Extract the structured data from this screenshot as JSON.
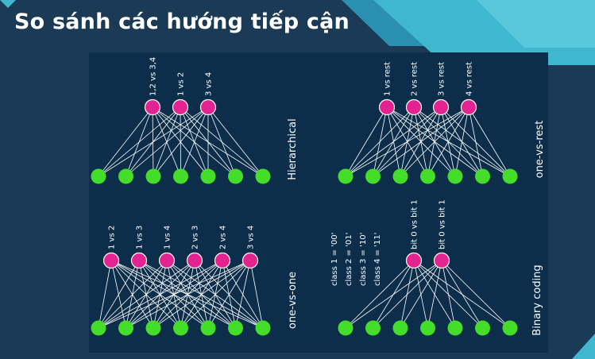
{
  "slide": {
    "title": "So sánh các hướng tiếp cận"
  },
  "colors": {
    "background": "#1a3a56",
    "panel": "#0d2e4a",
    "accent_light": "#3fb8cf",
    "accent_dark": "#2a8fb0",
    "input_node": "#44dd2a",
    "output_node": "#e3238f",
    "edge": "#ffffff"
  },
  "panels": [
    {
      "name": "Hierarchical",
      "outputs": [
        "1,2 vs 3,4",
        "1 vs 2",
        "3 vs 4"
      ],
      "input_count": 7
    },
    {
      "name": "one-vs-rest",
      "outputs": [
        "1 vs rest",
        "2 vs rest",
        "3 vs rest",
        "4 vs rest"
      ],
      "input_count": 7
    },
    {
      "name": "one-vs-one",
      "outputs": [
        "1 vs 2",
        "1 vs 3",
        "1 vs 4",
        "2 vs 3",
        "2 vs 4",
        "3 vs 4"
      ],
      "input_count": 7
    },
    {
      "name": "Binary coding",
      "outputs": [
        "bit 0 vs bit 1",
        "bit 0 vs bit 1"
      ],
      "input_count": 7,
      "codes": [
        "class 1 = '00'",
        "class 2 = '01'",
        "class 3 = '10'",
        "class 4 = '11'"
      ]
    }
  ]
}
